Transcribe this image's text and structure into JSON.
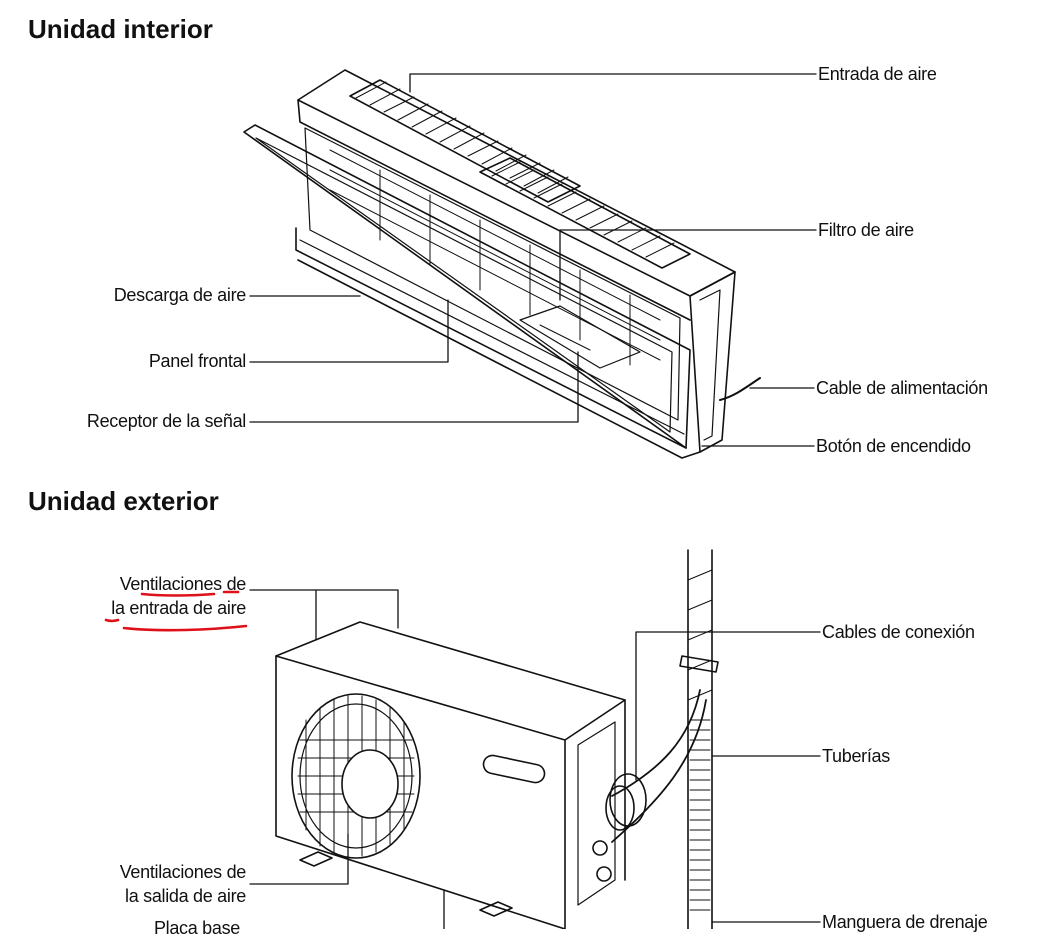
{
  "indoor": {
    "title": "Unidad interior",
    "labels": {
      "air_inlet": "Entrada de aire",
      "air_filter": "Filtro de aire",
      "air_outlet": "Descarga de aire",
      "front_panel": "Panel frontal",
      "power_cable": "Cable de alimentación",
      "signal_receiver": "Receptor de la señal",
      "power_button": "Botón de encendido"
    }
  },
  "outdoor": {
    "title": "Unidad exterior",
    "labels": {
      "inlet_vents_line1": "Ventilaciones de",
      "inlet_vents_line2": "la entrada de aire",
      "connection_cables": "Cables de conexión",
      "pipes": "Tuberías",
      "outlet_vents_line1": "Ventilaciones de",
      "outlet_vents_line2": "la salida de aire",
      "base_plate": "Placa base",
      "drain_hose": "Manguera de drenaje"
    }
  },
  "annotation_color": "#e0101a"
}
